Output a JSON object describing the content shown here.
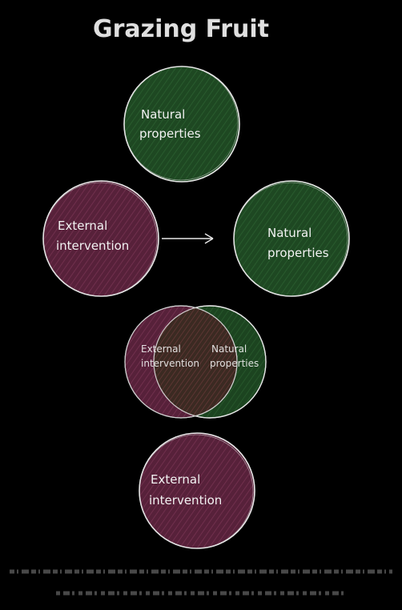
{
  "title": "Grazing Fruit",
  "colors": {
    "background": "#000000",
    "natural": "#1f4a23",
    "external": "#5a1f38",
    "stroke": "#e8e8e8",
    "text": "#f2f2f2"
  },
  "circles": {
    "top_natural": {
      "line1": "Natural",
      "line2": "properties"
    },
    "left_external": {
      "line1": "External",
      "line2": "intervention"
    },
    "right_natural": {
      "line1": "Natural",
      "line2": "properties"
    },
    "overlap_external": {
      "line1": "External",
      "line2": "intervention"
    },
    "overlap_natural": {
      "line1": "Natural",
      "line2": "properties"
    },
    "bottom_external": {
      "line1": "External",
      "line2": "intervention"
    }
  },
  "caption": {
    "line1": "",
    "line2": ""
  }
}
